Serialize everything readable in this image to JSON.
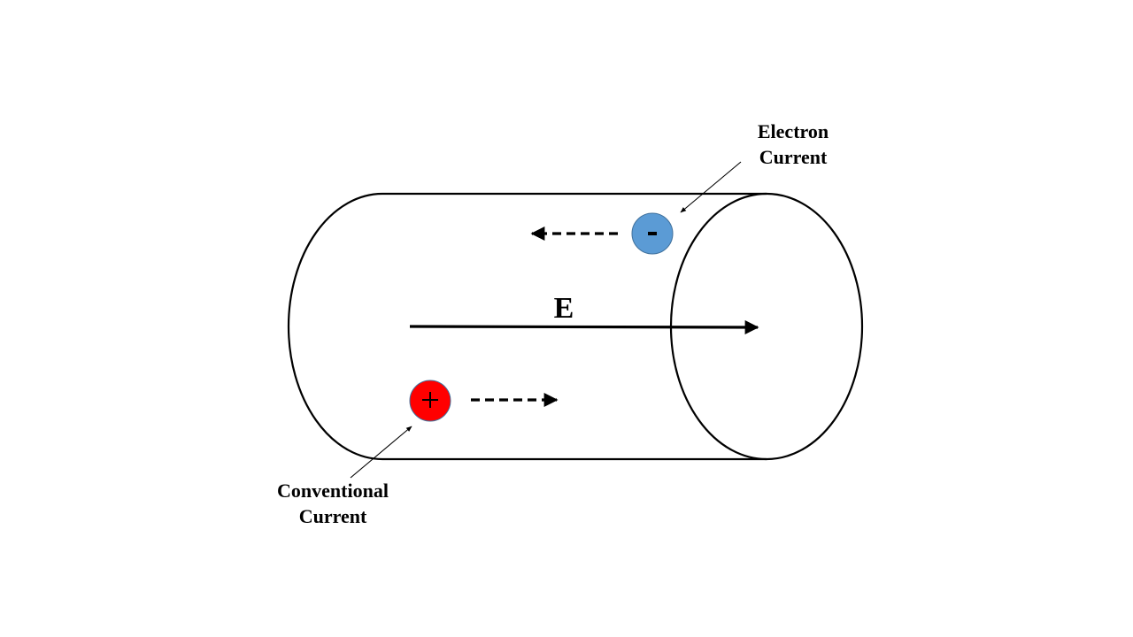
{
  "diagram": {
    "title": "Current flow in a cylindrical conductor",
    "field": {
      "label": "E",
      "direction": "right"
    },
    "electron": {
      "sign": "-",
      "color": "#5B9BD5",
      "motion_direction": "left",
      "annotation_lines": [
        "Electron",
        "Current"
      ]
    },
    "positive_charge": {
      "sign": "+",
      "color": "#FF0000",
      "motion_direction": "right",
      "annotation_lines": [
        "Conventional",
        "Current"
      ]
    },
    "colors": {
      "stroke": "#000000",
      "background": "#FFFFFF",
      "charge_border": "#41719C"
    }
  }
}
